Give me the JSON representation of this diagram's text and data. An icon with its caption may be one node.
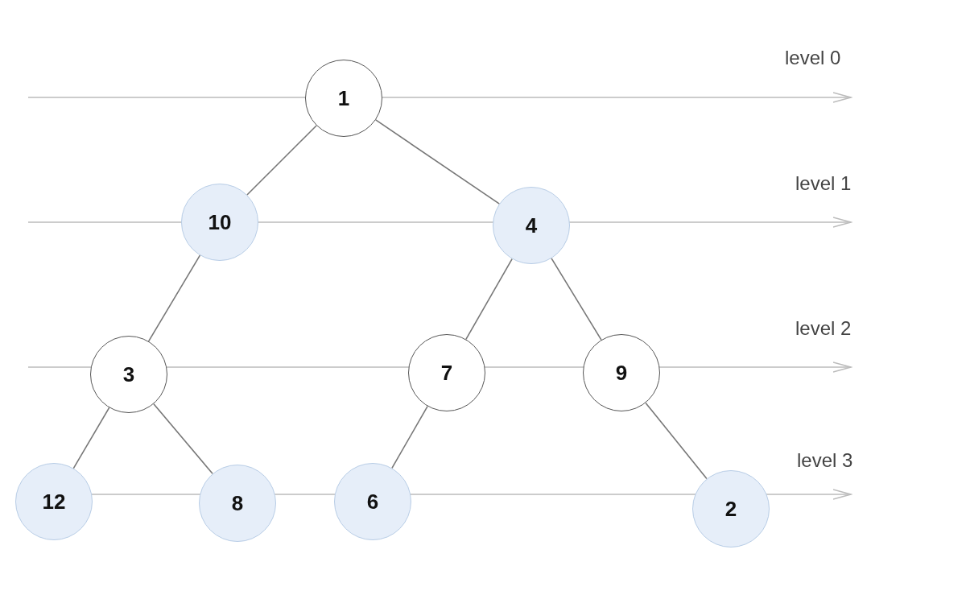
{
  "diagram": {
    "nodes": [
      {
        "text": [
          "1"
        ]
      },
      {
        "text": [
          "10"
        ]
      },
      {
        "text": [
          "4"
        ]
      },
      {
        "text": [
          "3"
        ]
      },
      {
        "text": [
          "7"
        ]
      },
      {
        "text": [
          "9"
        ]
      },
      {
        "text": [
          "12"
        ]
      },
      {
        "text": [
          "8"
        ]
      },
      {
        "text": [
          "6"
        ]
      },
      {
        "text": [
          "2"
        ]
      }
    ],
    "edges": [
      {
        "from": 0,
        "to": 1,
        "arrow": "none"
      },
      {
        "from": 0,
        "to": 2,
        "arrow": "none"
      },
      {
        "from": 1,
        "to": 3,
        "arrow": "none"
      },
      {
        "from": 2,
        "to": 4,
        "arrow": "none"
      },
      {
        "from": 2,
        "to": 5,
        "arrow": "none"
      },
      {
        "from": 3,
        "to": 6,
        "arrow": "none"
      },
      {
        "from": 3,
        "to": 7,
        "arrow": "none"
      },
      {
        "from": 4,
        "to": 8,
        "arrow": "none"
      },
      {
        "from": 5,
        "to": 9,
        "arrow": "none"
      }
    ],
    "labels": [
      "level 0",
      "level 1",
      "level 2",
      "level 3"
    ]
  }
}
